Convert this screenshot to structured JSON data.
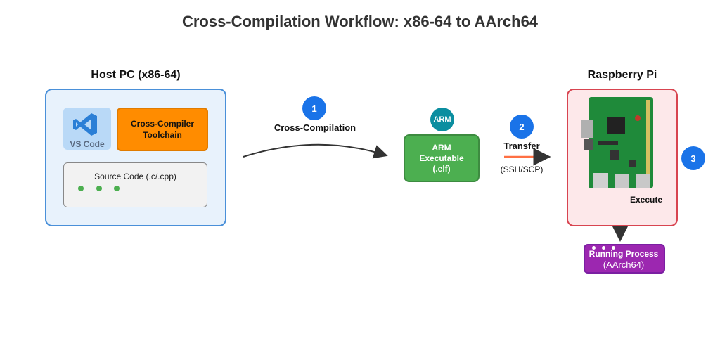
{
  "title": "Cross-Compilation Workflow: x86-64 to AArch64",
  "host": {
    "heading": "Host PC (x86-64)",
    "vscode_label": "VS Code",
    "compiler_line1": "Cross-Compiler",
    "compiler_line2": "Toolchain",
    "source_label": "Source Code (.c/.cpp)"
  },
  "step1": {
    "number": "1",
    "label": "Cross-Compilation"
  },
  "artifact": {
    "badge": "ARM",
    "line1": "ARM",
    "line2": "Executable",
    "line3": "(.elf)"
  },
  "step2": {
    "number": "2",
    "label": "Transfer",
    "sublabel": "(SSH/SCP)"
  },
  "pi": {
    "heading": "Raspberry Pi",
    "execute_label": "Execute"
  },
  "step3": {
    "number": "3"
  },
  "process": {
    "title": "Running Process",
    "subtitle": "(AArch64)"
  },
  "colors": {
    "host_border": "#4a90d9",
    "compiler": "#ff8c00",
    "arm_box": "#4caf50",
    "step_circle": "#1a73e8",
    "pi_border": "#d84450",
    "process": "#9c27b0",
    "transfer_arrow": "#ff7043"
  }
}
